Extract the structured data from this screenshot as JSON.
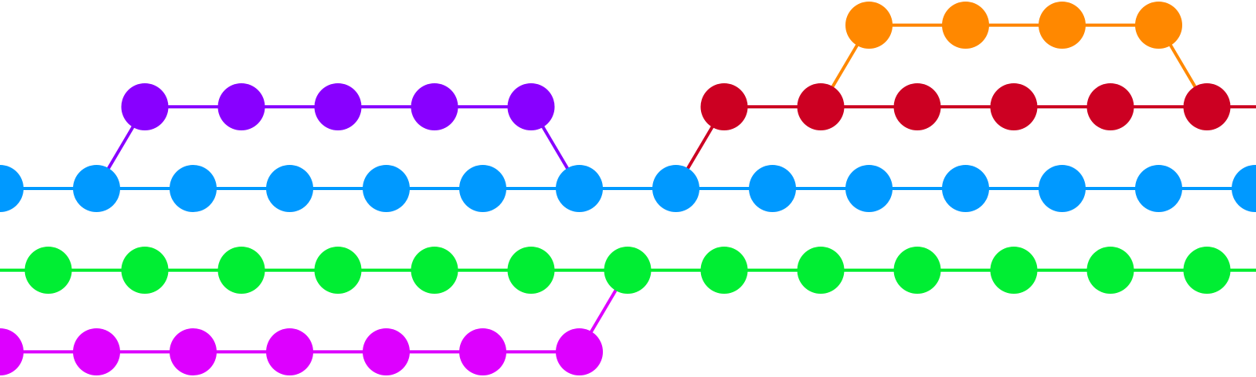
{
  "graph": {
    "lanes": [
      {
        "name": "blue",
        "color": "#0099FF"
      },
      {
        "name": "purple",
        "color": "#8800FF"
      },
      {
        "name": "red",
        "color": "#CC0022"
      },
      {
        "name": "orange",
        "color": "#FF8800"
      },
      {
        "name": "green",
        "color": "#00EE33"
      },
      {
        "name": "magenta",
        "color": "#DD00FF"
      }
    ],
    "commits": [
      {
        "lane": "blue",
        "col": 0,
        "row": 2
      },
      {
        "lane": "blue",
        "col": 1,
        "row": 2
      },
      {
        "lane": "blue",
        "col": 2,
        "row": 2
      },
      {
        "lane": "blue",
        "col": 3,
        "row": 2
      },
      {
        "lane": "blue",
        "col": 4,
        "row": 2
      },
      {
        "lane": "blue",
        "col": 5,
        "row": 2
      },
      {
        "lane": "blue",
        "col": 6,
        "row": 2
      },
      {
        "lane": "blue",
        "col": 7,
        "row": 2
      },
      {
        "lane": "blue",
        "col": 8,
        "row": 2
      },
      {
        "lane": "blue",
        "col": 9,
        "row": 2
      },
      {
        "lane": "blue",
        "col": 10,
        "row": 2
      },
      {
        "lane": "blue",
        "col": 11,
        "row": 2
      },
      {
        "lane": "blue",
        "col": 12,
        "row": 2
      },
      {
        "lane": "blue",
        "col": 13,
        "row": 2
      },
      {
        "lane": "purple",
        "col": 1.5,
        "row": 1
      },
      {
        "lane": "purple",
        "col": 2.5,
        "row": 1
      },
      {
        "lane": "purple",
        "col": 3.5,
        "row": 1
      },
      {
        "lane": "purple",
        "col": 4.5,
        "row": 1
      },
      {
        "lane": "purple",
        "col": 5.5,
        "row": 1
      },
      {
        "lane": "red",
        "col": 7.5,
        "row": 1
      },
      {
        "lane": "red",
        "col": 8.5,
        "row": 1
      },
      {
        "lane": "red",
        "col": 9.5,
        "row": 1
      },
      {
        "lane": "red",
        "col": 10.5,
        "row": 1
      },
      {
        "lane": "red",
        "col": 11.5,
        "row": 1
      },
      {
        "lane": "red",
        "col": 12.5,
        "row": 1
      },
      {
        "lane": "orange",
        "col": 9,
        "row": 0
      },
      {
        "lane": "orange",
        "col": 10,
        "row": 0
      },
      {
        "lane": "orange",
        "col": 11,
        "row": 0
      },
      {
        "lane": "orange",
        "col": 12,
        "row": 0
      },
      {
        "lane": "green",
        "col": 0.5,
        "row": 3
      },
      {
        "lane": "green",
        "col": 1.5,
        "row": 3
      },
      {
        "lane": "green",
        "col": 2.5,
        "row": 3
      },
      {
        "lane": "green",
        "col": 3.5,
        "row": 3
      },
      {
        "lane": "green",
        "col": 4.5,
        "row": 3
      },
      {
        "lane": "green",
        "col": 5.5,
        "row": 3
      },
      {
        "lane": "green",
        "col": 6.5,
        "row": 3
      },
      {
        "lane": "green",
        "col": 7.5,
        "row": 3
      },
      {
        "lane": "green",
        "col": 8.5,
        "row": 3
      },
      {
        "lane": "green",
        "col": 9.5,
        "row": 3
      },
      {
        "lane": "green",
        "col": 10.5,
        "row": 3
      },
      {
        "lane": "green",
        "col": 11.5,
        "row": 3
      },
      {
        "lane": "green",
        "col": 12.5,
        "row": 3
      },
      {
        "lane": "magenta",
        "col": 0,
        "row": 4
      },
      {
        "lane": "magenta",
        "col": 1,
        "row": 4
      },
      {
        "lane": "magenta",
        "col": 2,
        "row": 4
      },
      {
        "lane": "magenta",
        "col": 3,
        "row": 4
      },
      {
        "lane": "magenta",
        "col": 4,
        "row": 4
      },
      {
        "lane": "magenta",
        "col": 5,
        "row": 4
      },
      {
        "lane": "magenta",
        "col": 6,
        "row": 4
      }
    ],
    "lines": [
      {
        "lane": "blue",
        "from": [
          -1,
          2
        ],
        "to": [
          14,
          2
        ]
      },
      {
        "lane": "purple",
        "from": [
          1.5,
          1
        ],
        "to": [
          5.5,
          1
        ]
      },
      {
        "lane": "purple",
        "from": [
          1,
          2
        ],
        "to": [
          1.5,
          1
        ]
      },
      {
        "lane": "purple",
        "from": [
          5.5,
          1
        ],
        "to": [
          6,
          2
        ]
      },
      {
        "lane": "red",
        "from": [
          7.5,
          1
        ],
        "to": [
          14,
          1
        ]
      },
      {
        "lane": "red",
        "from": [
          7,
          2
        ],
        "to": [
          7.5,
          1
        ]
      },
      {
        "lane": "orange",
        "from": [
          9,
          0
        ],
        "to": [
          12,
          0
        ]
      },
      {
        "lane": "orange",
        "from": [
          8.5,
          1
        ],
        "to": [
          9,
          0
        ]
      },
      {
        "lane": "orange",
        "from": [
          12,
          0
        ],
        "to": [
          12.5,
          1
        ]
      },
      {
        "lane": "green",
        "from": [
          -1,
          3
        ],
        "to": [
          14,
          3
        ]
      },
      {
        "lane": "magenta",
        "from": [
          -1,
          4
        ],
        "to": [
          6,
          4
        ]
      },
      {
        "lane": "magenta",
        "from": [
          6,
          4
        ],
        "to": [
          6.5,
          3
        ]
      }
    ]
  }
}
